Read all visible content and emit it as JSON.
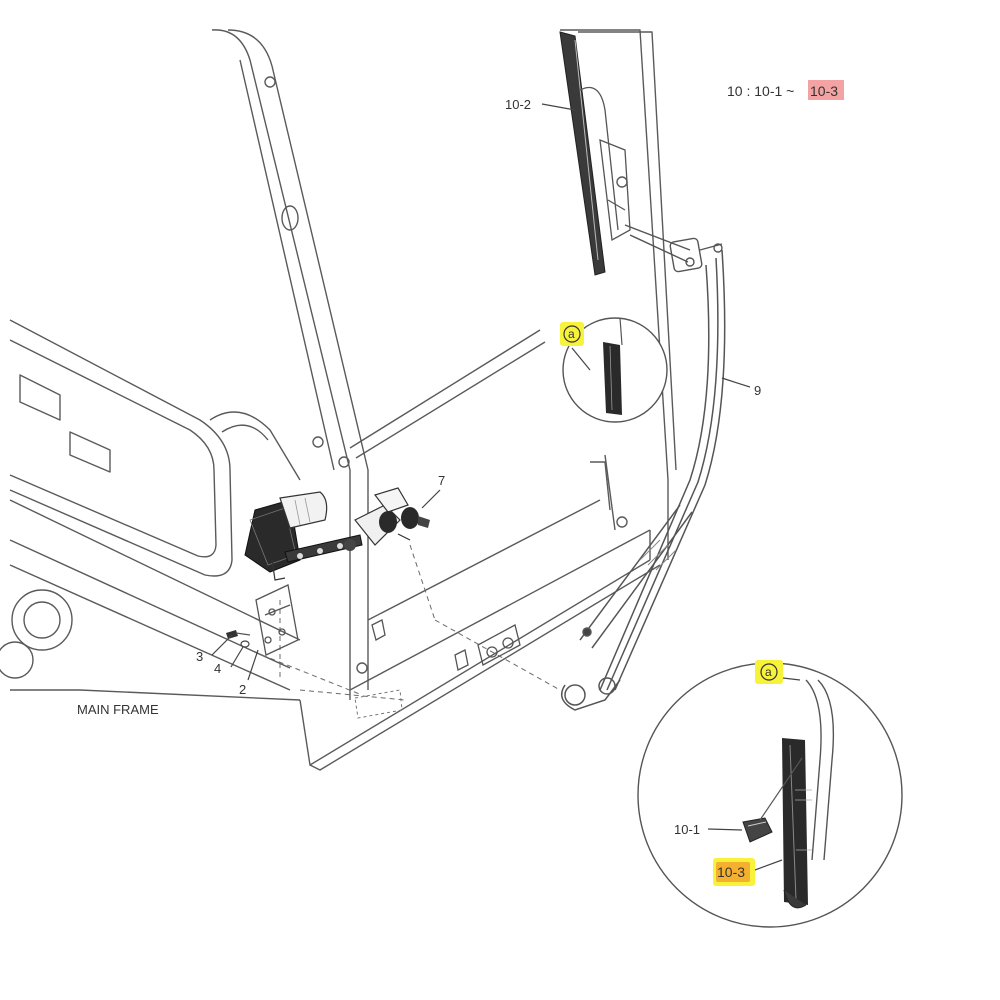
{
  "legend": {
    "prefix": "10 : 10-1 ~",
    "highlight": "10-3"
  },
  "labels": {
    "part_10_2": "10-2",
    "part_9": "9",
    "part_7": "7",
    "part_2": "2",
    "part_3": "3",
    "part_4": "4",
    "part_10_1": "10-1",
    "part_10_3": "10-3",
    "detail_a_top": "a",
    "detail_a_bottom": "a",
    "main_frame": "MAIN FRAME"
  },
  "colors": {
    "line": "#5a5a5a",
    "light_line": "#9a9a9a",
    "dark_part": "#2a2a2a",
    "highlight_yellow": "#f7f23a",
    "highlight_orange": "#f5a623",
    "highlight_pink": "#f3a3a3"
  }
}
